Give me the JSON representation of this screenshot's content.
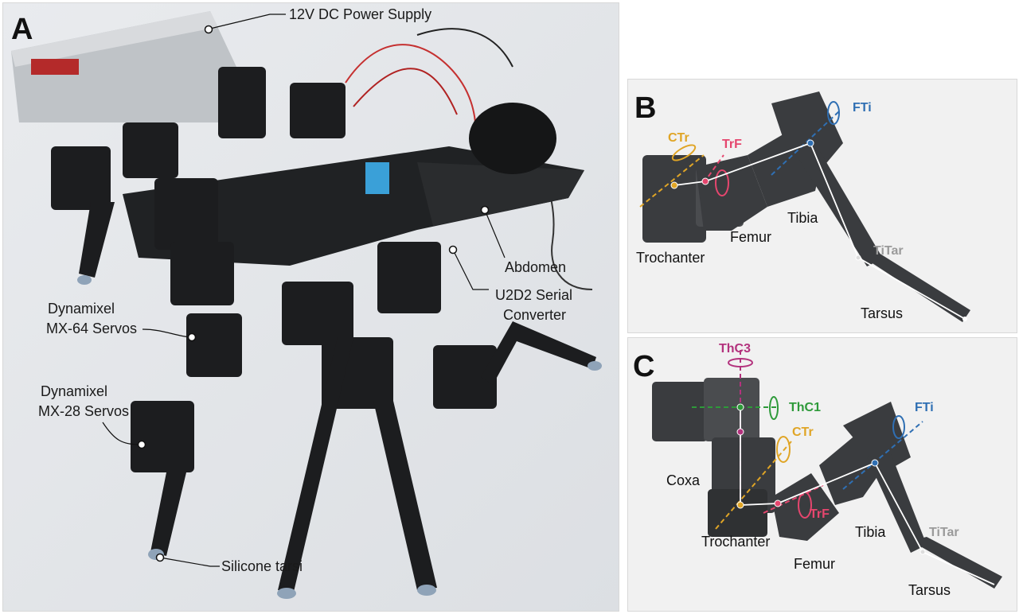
{
  "panels": {
    "a": {
      "letter": "A",
      "labels": {
        "power_supply": "12V DC Power Supply",
        "mx64_line1": "Dynamixel",
        "mx64_line2": "MX-64 Servos",
        "mx28_line1": "Dynamixel",
        "mx28_line2": "MX-28 Servos",
        "silicone": "Silicone tarsi",
        "abdomen": "Abdomen",
        "u2d2_line1": "U2D2 Serial",
        "u2d2_line2": "Converter"
      }
    },
    "b": {
      "letter": "B",
      "axes": {
        "ctr": "CTr",
        "trf": "TrF",
        "fti": "FTi",
        "titar": "TiTar"
      },
      "segments": {
        "trochanter": "Trochanter",
        "femur": "Femur",
        "tibia": "Tibia",
        "tarsus": "Tarsus"
      }
    },
    "c": {
      "letter": "C",
      "axes": {
        "thc3": "ThC3",
        "thc1": "ThC1",
        "ctr": "CTr",
        "trf": "TrF",
        "fti": "FTi",
        "titar": "TiTar"
      },
      "segments": {
        "coxa": "Coxa",
        "trochanter": "Trochanter",
        "femur": "Femur",
        "tibia": "Tibia",
        "tarsus": "Tarsus"
      }
    }
  },
  "colors": {
    "ctr": "#e0a526",
    "trf": "#e5466e",
    "fti": "#2f6fb3",
    "titar": "#9a9a9a",
    "thc3": "#b3327d",
    "thc1": "#2e9a3a"
  }
}
